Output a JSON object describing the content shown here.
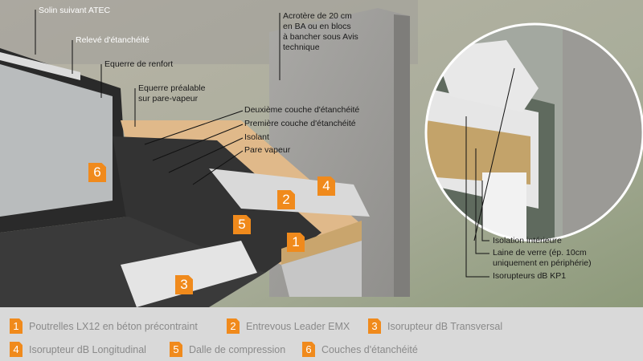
{
  "colors": {
    "accent": "#f08a1c",
    "legend_bg": "#d9d9d9",
    "legend_text": "#8a8a8a"
  },
  "labels": {
    "solin": "Solin suivant ATEC",
    "releve": "Relevé d'étanchéité",
    "equerre_renfort": "Equerre de renfort",
    "equerre_prealable_1": "Equerre préalable",
    "equerre_prealable_2": "sur pare-vapeur",
    "acrotere": [
      "Acrotère de 20 cm",
      "en BA ou en blocs",
      "à bancher sous Avis",
      "technique"
    ],
    "deuxieme": "Deuxième couche d'étanchéité",
    "premiere": "Première couche d'étanchéité",
    "isolant": "Isolant",
    "pare_vapeur": "Pare vapeur",
    "isolation_int": "Isolation intérieure",
    "laine_1": "Laine de verre (ép. 10cm",
    "laine_2": "uniquement en périphérie)",
    "kp1": "Isorupteurs dB KP1"
  },
  "badges": [
    "1",
    "2",
    "3",
    "4",
    "5",
    "6"
  ],
  "legend": [
    {
      "num": "1",
      "text": "Poutrelles LX12 en béton précontraint"
    },
    {
      "num": "2",
      "text": "Entrevous Leader EMX"
    },
    {
      "num": "3",
      "text": "Isorupteur dB Transversal"
    },
    {
      "num": "4",
      "text": "Isorupteur dB Longitudinal"
    },
    {
      "num": "5",
      "text": "Dalle de compression"
    },
    {
      "num": "6",
      "text": "Couches d'étanchéité"
    }
  ]
}
